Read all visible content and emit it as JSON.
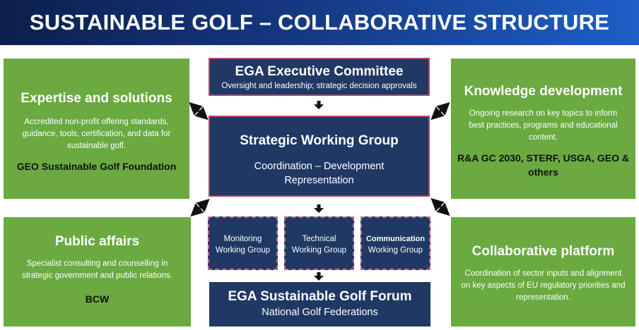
{
  "title": "SUSTAINABLE GOLF – COLLABORATIVE STRUCTURE",
  "colors": {
    "header_dark": "#0b1f4d",
    "header_light": "#1d5fc7",
    "green": "#6aaa40",
    "navy": "#1f3864",
    "border_accent": "#b0486a"
  },
  "executive": {
    "title": "EGA Executive Committee",
    "subtitle": "Oversight and leadership; strategic decision approvals"
  },
  "swg": {
    "title": "Strategic Working Group",
    "line1": "Coordination – Development",
    "line2": "Representation"
  },
  "working_groups": [
    {
      "line1": "Monitoring",
      "line2": "Working Group"
    },
    {
      "line1": "Technical",
      "line2": "Working Group"
    },
    {
      "line1": "Communication",
      "line2": "Working Group"
    }
  ],
  "forum": {
    "title": "EGA Sustainable Golf Forum",
    "subtitle": "National Golf Federations"
  },
  "expertise": {
    "title": "Expertise and solutions",
    "lines": [
      "Accredited non-profit offering standards,",
      "guidance, tools, certification, and data for",
      "sustainable golf."
    ],
    "org": "GEO Sustainable Golf Foundation"
  },
  "knowledge": {
    "title": "Knowledge development",
    "lines": [
      "Ongoing research on key topics to inform",
      "best practices, programs and educational",
      "content."
    ],
    "org_lines": [
      "R&A GC 2030, STERF, USGA, GEO &",
      "others"
    ]
  },
  "public_affairs": {
    "title": "Public affairs",
    "lines": [
      "Specialist consulting and counselling in",
      "strategic government and public relations."
    ],
    "org": "BCW"
  },
  "collab": {
    "title": "Collaborative platform",
    "lines": [
      "Coordination of sector inputs and alignment",
      "on key aspects of EU regulatory priorities and",
      "representation."
    ]
  }
}
